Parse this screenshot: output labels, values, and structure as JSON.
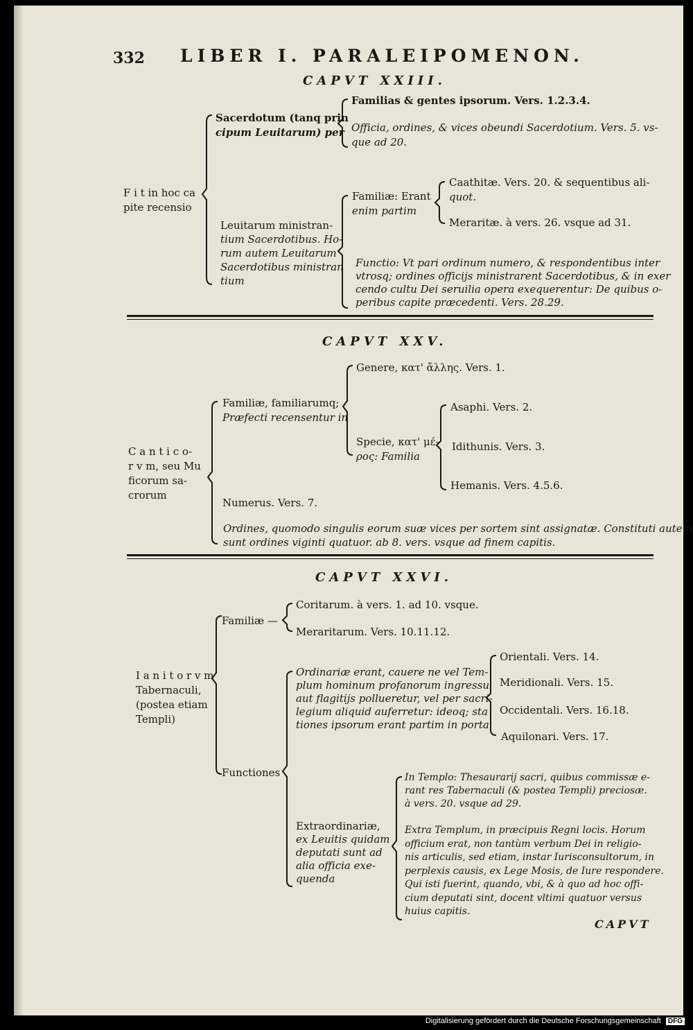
{
  "page_number": "332",
  "running_head": "LIBER I. PARALEIPOMENON.",
  "chapters": [
    {
      "title": "CAPVT XXIII.",
      "root": [
        "F i t in hoc ca",
        "pite recensio"
      ],
      "branches": {
        "sacerdotum": [
          "Sacerdotum (tanq prin",
          "cipum Leuitarum) per"
        ],
        "familias": "Familias & gentes ipsorum. Vers. 1.2.3.4.",
        "officia": [
          "Officia, ordines, & vices obeundi Sacerdotium. Vers. 5. vs-",
          "que ad 20."
        ],
        "leuitarum": [
          "Leuitarum ministran-",
          "tium Sacerdotibus. Ho-",
          "rum autem Leuitarum",
          "Sacerdotibus ministran",
          "tium"
        ],
        "familiae": [
          "Familiæ: Erant",
          "enim partim"
        ],
        "caathitae": [
          "Caathitæ. Vers. 20. & sequentibus ali-",
          "quot."
        ],
        "meraritae": "Meraritæ. à vers. 26. vsque ad 31.",
        "functio": [
          "Functio: Vt pari ordinum numero, & respondentibus inter",
          "vtrosq; ordines officijs ministrarent Sacerdotibus, & in exer",
          "cendo cultu Dei seruilia opera exequerentur: De quibus o-",
          "peribus capite præcedenti. Vers. 28.29."
        ]
      }
    },
    {
      "title": "CAPVT XXV.",
      "root": [
        "C a n t i c o-",
        "r v m, seu Mu",
        "ficorum sa-",
        "crorum"
      ],
      "branches": {
        "familiae": [
          "Familiæ, familiarumq;",
          "Præfecti recensentur in"
        ],
        "genere": "Genere, κατ' ἄλλης. Vers. 1.",
        "specie": [
          "Specie, κατ' μέ-",
          "ρος: Familia"
        ],
        "asaphi": "Asaphi. Vers. 2.",
        "idithunis": "Idithunis. Vers. 3.",
        "hemanis": "Hemanis. Vers. 4.5.6.",
        "numerus": "Numerus. Vers. 7.",
        "ordines": [
          "Ordines, quomodo singulis eorum suæ vices per sortem sint assignatæ. Constituti autem",
          "sunt ordines viginti quatuor. ab 8. vers. vsque ad finem capitis."
        ]
      }
    },
    {
      "title": "CAPVT XXVI.",
      "root": [
        "I a n i t o r v m",
        "Tabernaculi,",
        "(postea etiam",
        "Templi)"
      ],
      "branches": {
        "familiae": "Familiæ —",
        "coritarum": "Coritarum. à vers. 1. ad 10. vsque.",
        "meraritarum": "Meraritarum. Vers. 10.11.12.",
        "functiones": "Functiones",
        "ordinariae": [
          "Ordinariæ erant, cauere ne vel Tem-",
          "plum hominum profanorum ingressu",
          "aut flagitijs pollueretur, vel per sacri-",
          "legium aliquid auferretur: ideoq; sta",
          "tiones ipsorum erant partim in porta"
        ],
        "orientali": "Orientali. Vers. 14.",
        "meridionali": "Meridionali. Vers. 15.",
        "occidentali": "Occidentali. Vers. 16.18.",
        "aquilonari": "Aquilonari. Vers. 17.",
        "extraordinariae": [
          "Extraordinariæ,",
          "ex Leuitis quidam",
          "deputati sunt ad",
          "alia officia exe-",
          "quenda"
        ],
        "in_templo": [
          "In Templo: Thesaurarij sacri, quibus commissæ e-",
          "rant res Tabernaculi (& postea Templi) preciosæ.",
          "à vers. 20. vsque ad 29."
        ],
        "extra_templum": [
          "Extra Templum, in præcipuis Regni locis. Horum",
          "officium erat, non tantùm verbum Dei in religio-",
          "nis articulis, sed etiam, instar Iurisconsultorum, in",
          "perplexis causis, ex Lege Mosis, de Iure respondere.",
          "Qui isti fuerint, quando, vbi, & à quo ad hoc offi-",
          "cium deputati sint, docent vltimi quatuor versus",
          "huius capitis."
        ]
      }
    }
  ],
  "catchword": "CAPVT",
  "footer": {
    "text": "Digitalisierung gefördert durch die Deutsche Forschungsgemeinschaft",
    "logo": "DFG"
  }
}
